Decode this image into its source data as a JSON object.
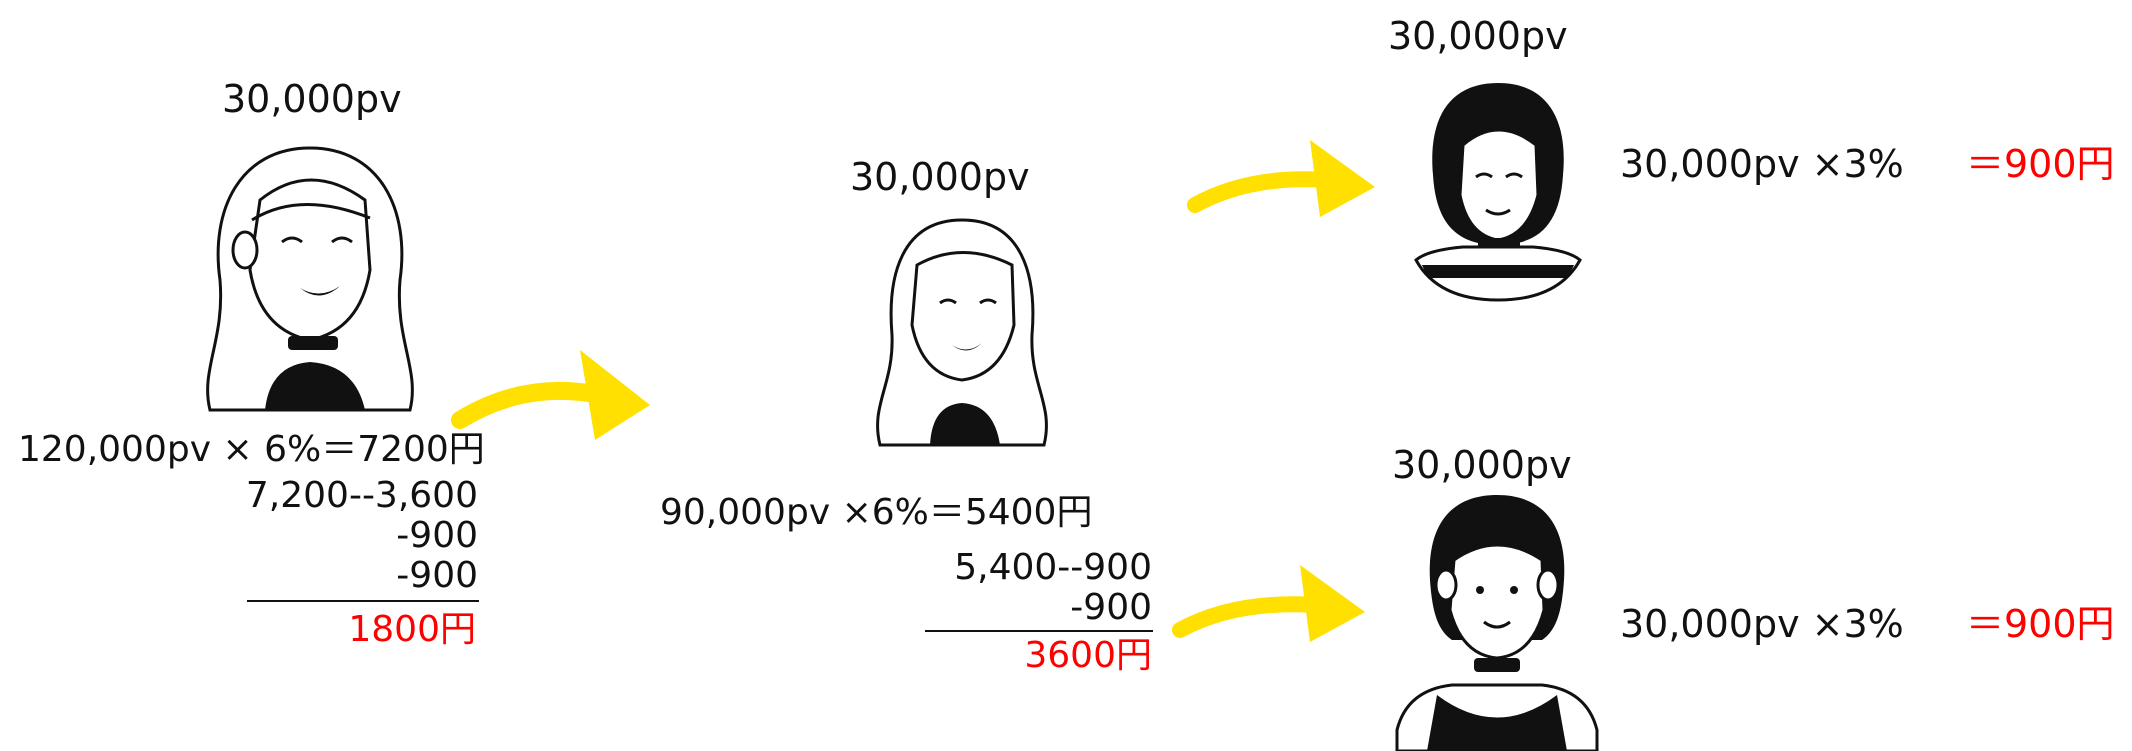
{
  "colors": {
    "accent_arrow": "#FFE000",
    "result": "#FF0000",
    "ink": "#111111"
  },
  "level1": {
    "pv": "30,000pv",
    "calc": "120,000pv × 6%＝7200円",
    "lines": [
      "7,200--3,600",
      "-900",
      "-900"
    ],
    "result": "1800円"
  },
  "level2": {
    "pv": "30,000pv",
    "calc": "90,000pv ×6%＝5400円",
    "lines": [
      "5,400--900",
      "-900"
    ],
    "result": "3600円"
  },
  "level3a": {
    "pv": "30,000pv",
    "calc": "30,000pv ×3%",
    "result": "＝900円"
  },
  "level3b": {
    "pv": "30,000pv",
    "calc": "30,000pv ×3%",
    "result": "＝900円"
  }
}
